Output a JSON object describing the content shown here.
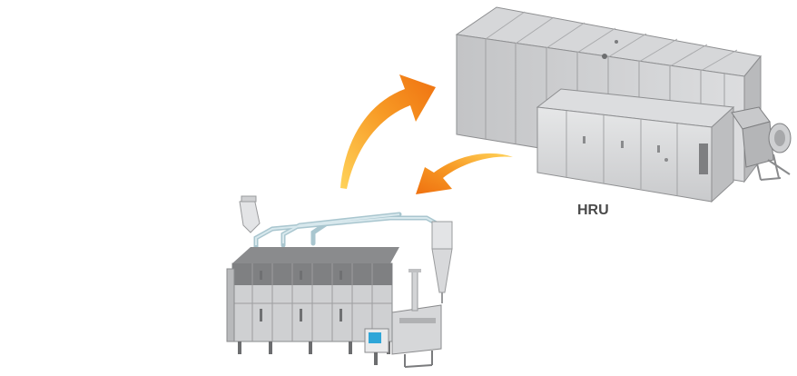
{
  "labels": {
    "hru": "HRU"
  },
  "colors": {
    "arrow_light": "#ffc23a",
    "arrow_dark": "#f07a12",
    "machine_panel": "#d9dadb",
    "machine_shadow": "#9a9b9d",
    "duct": "#c9dde3",
    "screen": "#2fa6d8"
  },
  "icons": {
    "arrow_up": "curved-arrow-up-right",
    "arrow_back": "curved-arrow-left"
  }
}
